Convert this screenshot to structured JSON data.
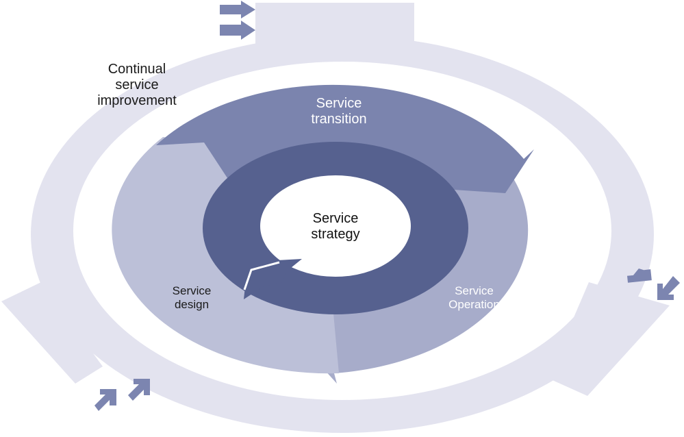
{
  "labels": {
    "continual_service_improvement": [
      "Continual",
      "service",
      "improvement"
    ],
    "service_transition": [
      "Service",
      "transition"
    ],
    "service_strategy": [
      "Service",
      "strategy"
    ],
    "service_design": [
      "Service",
      "design"
    ],
    "service_operation": [
      "Service",
      "Operation"
    ]
  },
  "colors": {
    "outer_ring": "#e3e3ef",
    "service_transition": "#7b84ae",
    "service_operation": "#a7acca",
    "service_design": "#bcc0d8",
    "service_strategy": "#56618f",
    "small_arrows": "#7c85b0",
    "core": "#ffffff"
  }
}
